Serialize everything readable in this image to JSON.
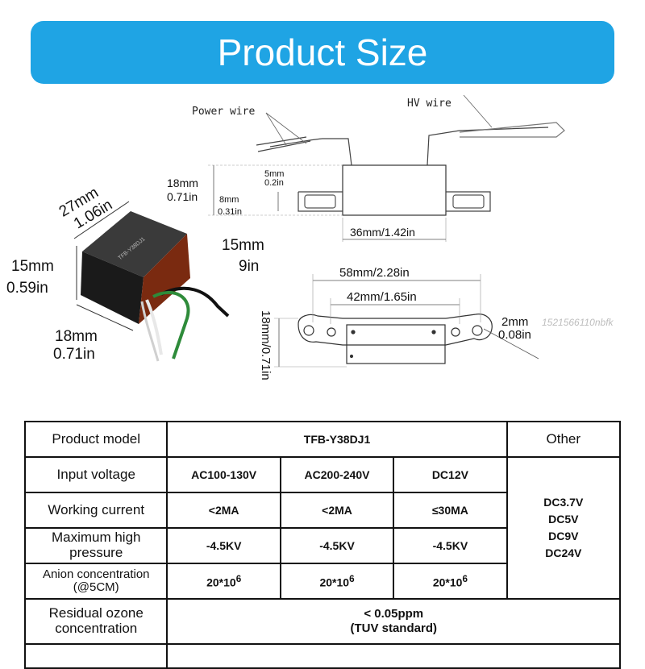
{
  "banner": {
    "title": "Product Size",
    "color": "#1fa4e4"
  },
  "diagram": {
    "power_wire": "Power wire",
    "hv_wire": "HV wire",
    "side_height_mm": "18mm",
    "side_height_in": "0.71in",
    "small_height_mm": "5mm",
    "small_height_in": "0.2in",
    "mid_height_mm": "8mm",
    "mid_height_in": "0.31in",
    "side_width": "36mm/1.42in",
    "photo_length_mm": "27mm",
    "photo_length_in": "1.06in",
    "photo_height_mm": "15mm",
    "photo_height_in": "0.59in",
    "photo_width_mm": "18mm",
    "photo_width_in": "0.71in",
    "overlap_mm": "15mm",
    "overlap_in": "9in",
    "top_total_width": "58mm/2.28in",
    "top_body_width": "42mm/1.65in",
    "top_height": "18mm/0.71in",
    "hole_mm": "2mm",
    "hole_in": "0.08in",
    "watermark": "1521566110nbfk",
    "device_marking": "TFB-Y38DJ1"
  },
  "table": {
    "header": {
      "label": "Product model",
      "model": "TFB-Y38DJ1",
      "other": "Other"
    },
    "rows": [
      {
        "label": "Input voltage",
        "v1": "AC100-130V",
        "v2": "AC200-240V",
        "v3": "DC12V"
      },
      {
        "label": "Working current",
        "v1": "<2MA",
        "v2": "<2MA",
        "v3": "≤30MA"
      },
      {
        "label": "Maximum high pressure",
        "v1": "-4.5KV",
        "v2": "-4.5KV",
        "v3": "-4.5KV"
      },
      {
        "label": "Anion concentration (@5CM)",
        "v1": "20*10",
        "v2": "20*10",
        "v3": "20*10",
        "exp": "6"
      }
    ],
    "other_values": [
      "DC3.7V",
      "DC5V",
      "DC9V",
      "DC24V"
    ],
    "ozone": {
      "label": "Residual ozone concentration",
      "value": "< 0.05ppm",
      "note": "(TUV standard)"
    }
  }
}
